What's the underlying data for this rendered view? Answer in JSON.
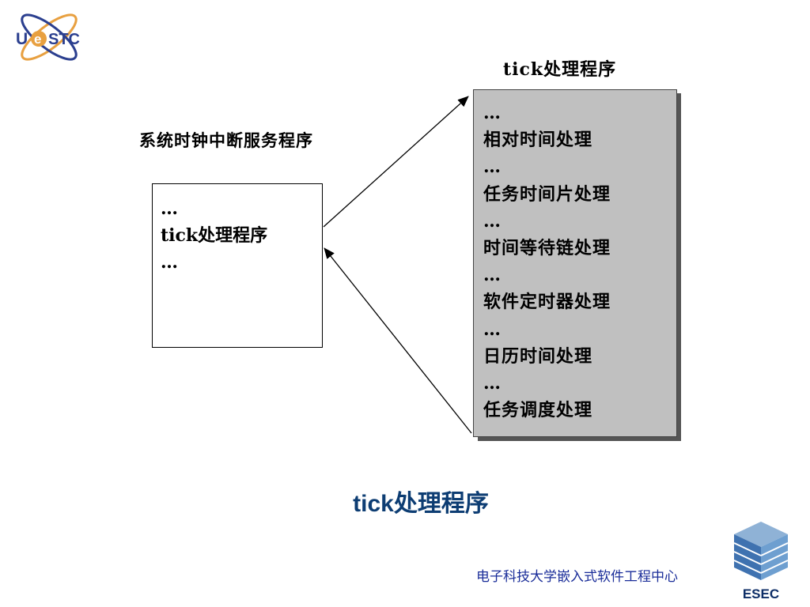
{
  "logo_top": {
    "text": "UeSTC"
  },
  "left_box": {
    "label": "系统时钟中断服务程序",
    "lines": [
      "…",
      "tick处理程序",
      "…"
    ]
  },
  "right_box": {
    "label": "tick处理程序",
    "lines": [
      "…",
      "相对时间处理",
      "…",
      "任务时间片处理",
      "…",
      "时间等待链处理",
      "…",
      "软件定时器处理",
      "…",
      "日历时间处理",
      "…",
      "任务调度处理"
    ]
  },
  "caption": "tick处理程序",
  "footer": {
    "text": "电子科技大学嵌入式软件工程中心",
    "logo_text": "ESEC"
  },
  "colors": {
    "caption": "#0d3d73",
    "footer_text": "#1a2d99",
    "box_fill": "#c0c0c0",
    "box_shadow": "#555555"
  }
}
